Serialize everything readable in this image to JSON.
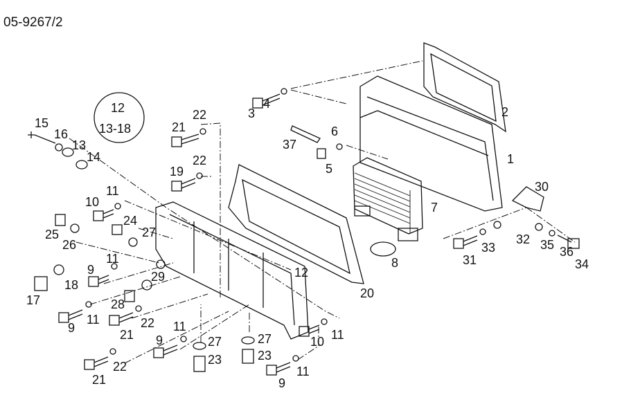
{
  "drawing_number": "05-9267/2",
  "group_callout": {
    "main": "12",
    "range": "13-18"
  },
  "callouts": [
    "15",
    "16",
    "13",
    "14",
    "21",
    "22",
    "3",
    "4",
    "2",
    "6",
    "37",
    "5",
    "1",
    "22",
    "19",
    "11",
    "10",
    "30",
    "7",
    "24",
    "27",
    "25",
    "26",
    "32",
    "35",
    "33",
    "36",
    "31",
    "34",
    "8",
    "11",
    "9",
    "12",
    "29",
    "18",
    "17",
    "20",
    "28",
    "22",
    "11",
    "9",
    "21",
    "11",
    "10",
    "11",
    "9",
    "27",
    "23",
    "27",
    "23",
    "22",
    "21",
    "11",
    "9"
  ]
}
